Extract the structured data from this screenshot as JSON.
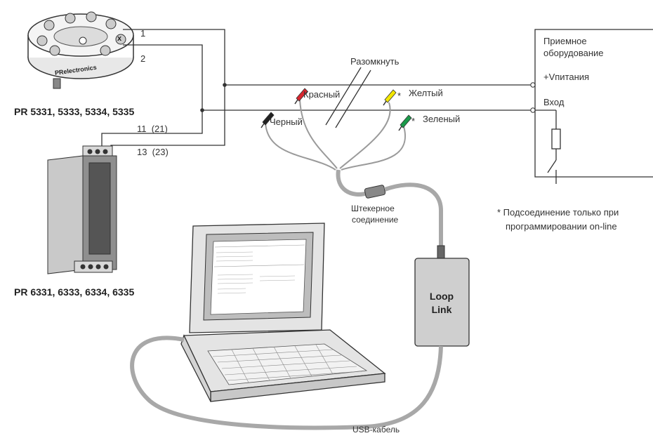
{
  "transmitter_head": {
    "model_label": "PR 5331, 5333, 5334, 5335",
    "brand": "PRelectronics"
  },
  "din_transmitter": {
    "model_label": "PR 6331, 6333, 6334, 6335"
  },
  "wire_numbers": {
    "head_1": "1",
    "head_2": "2",
    "din_11": "11  (21)",
    "din_13": "13  (23)"
  },
  "break_label": "Разомкнуть",
  "clips": {
    "red": "Красный",
    "yellow": "Желтый",
    "black": "Черный",
    "green": "Зеленый",
    "star": "*"
  },
  "receiver": {
    "title_line1": "Приемное",
    "title_line2": "оборудование",
    "supply": "+Vпитания",
    "input": "Вход"
  },
  "connector_label": {
    "line1": "Штекерное",
    "line2": "соединение"
  },
  "footnote": {
    "line1": "* Подсоединение только при",
    "line2": "программировании on-line"
  },
  "loop_link": {
    "line1": "Loop",
    "line2": "Link"
  },
  "usb_label": "USB-кабель",
  "colors": {
    "red_clip": "#d8262e",
    "yellow_clip": "#f2e600",
    "green_clip": "#1a9a4a",
    "black_clip": "#222222",
    "cable": "#a8a8a8",
    "device_gray": "#cfcfcf"
  }
}
